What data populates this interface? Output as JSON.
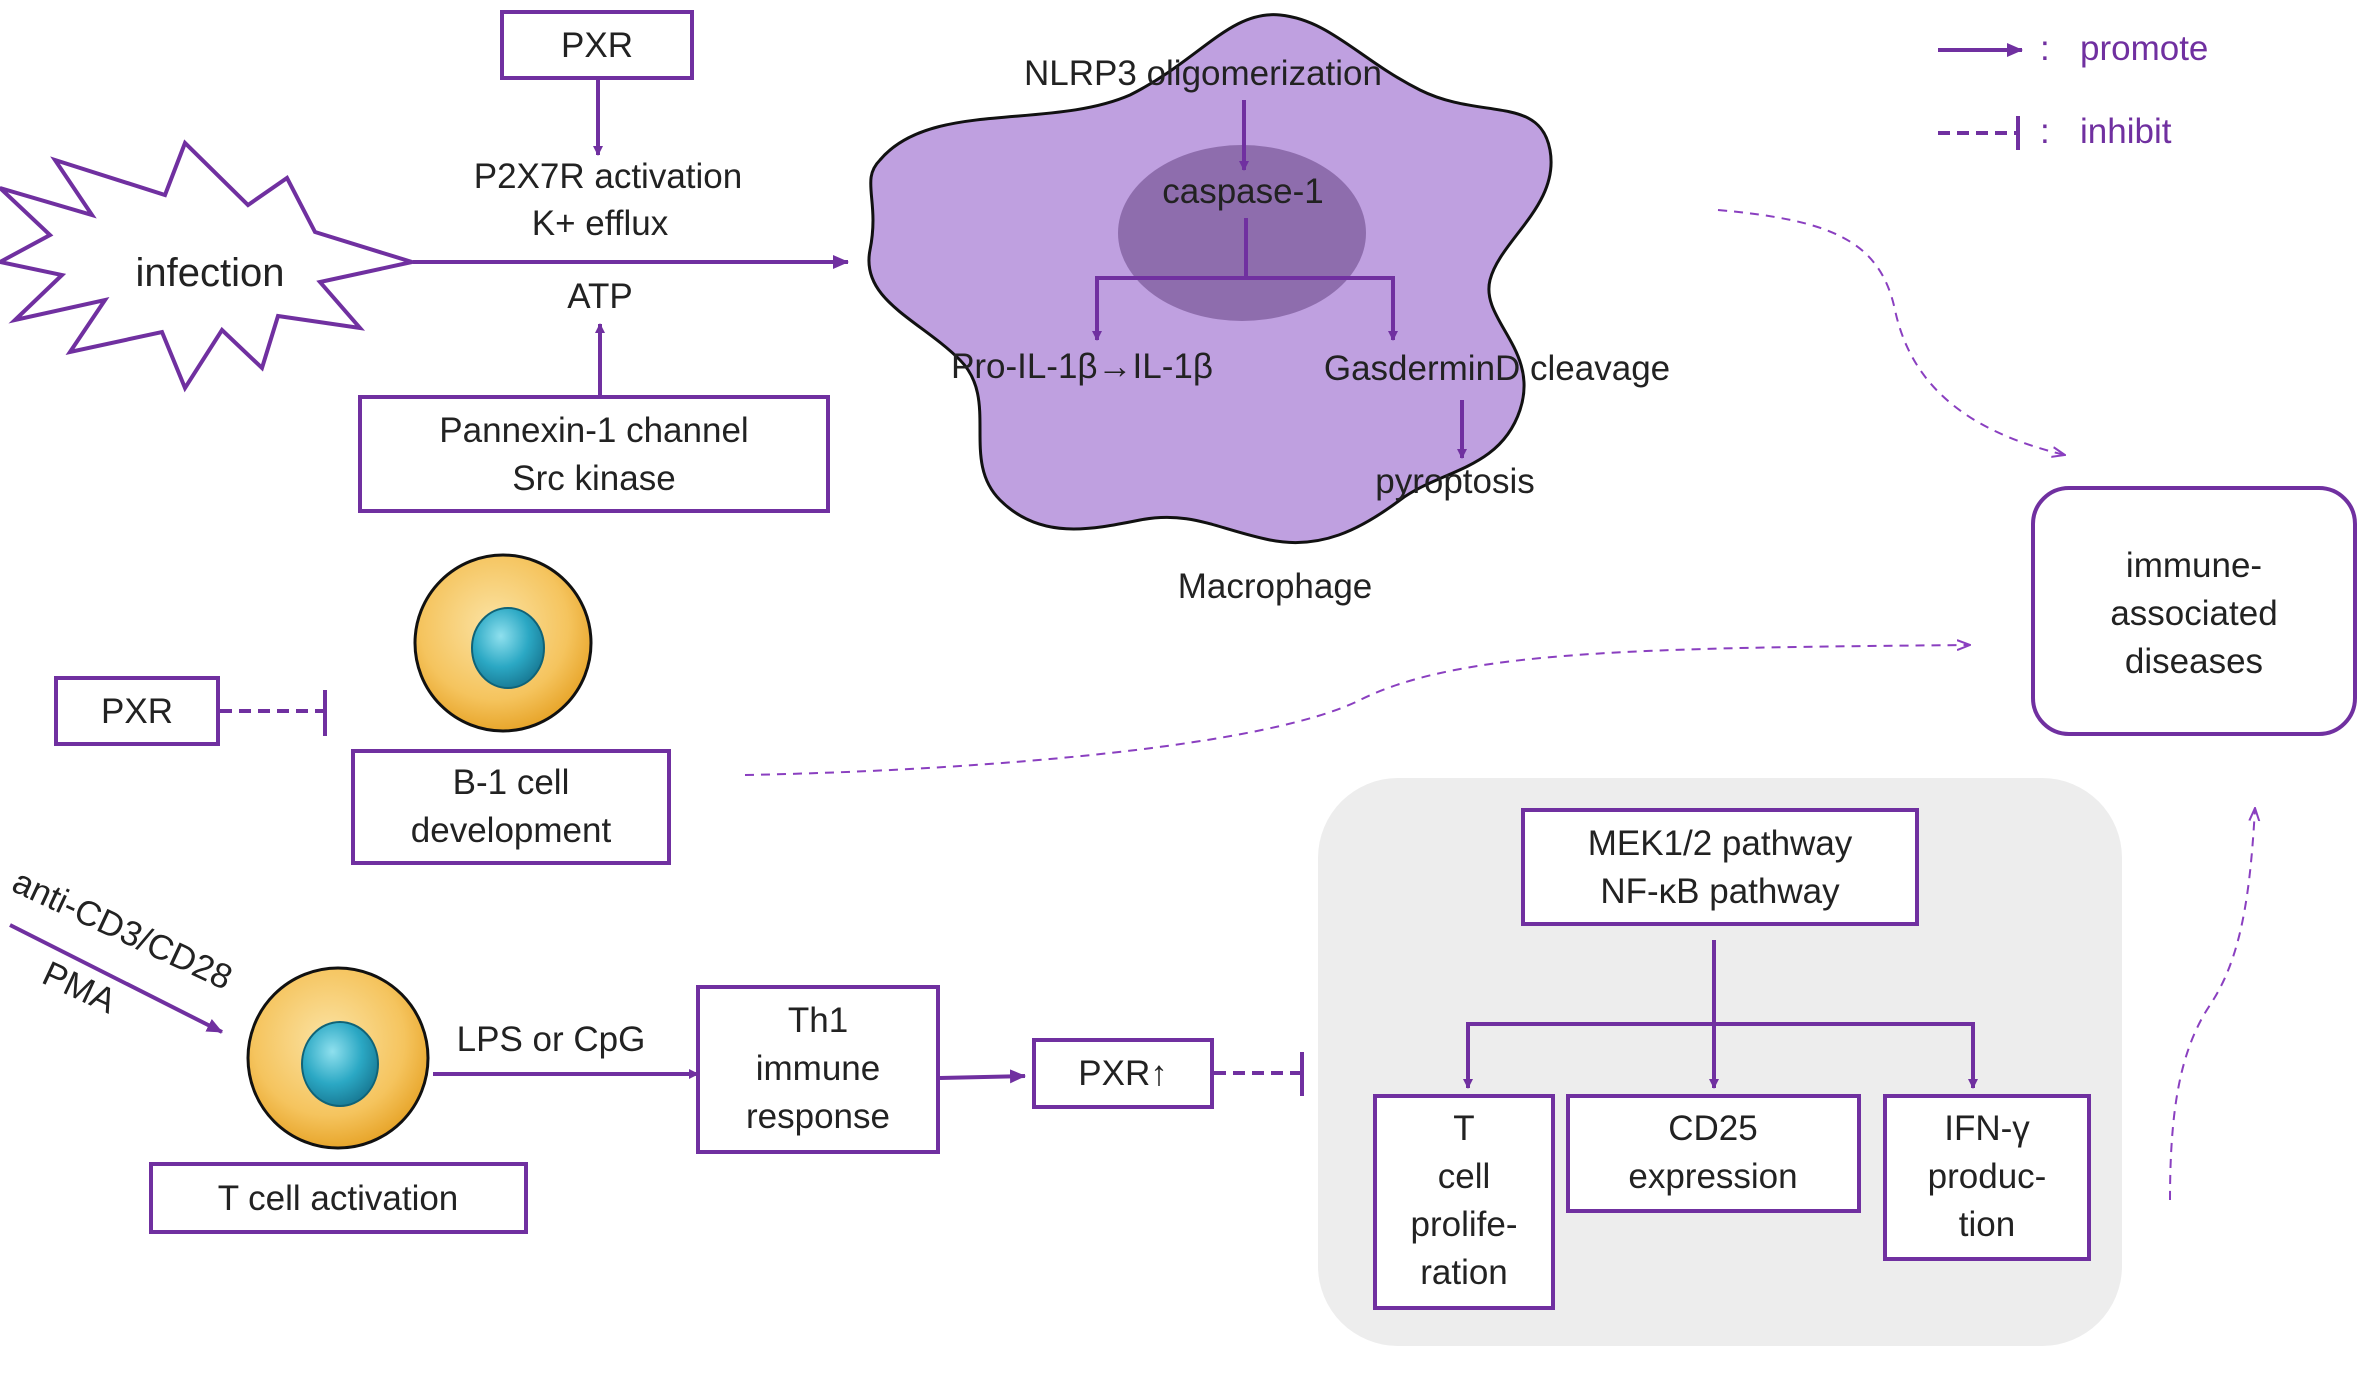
{
  "colors": {
    "accent": "#7030A0",
    "macrophage": "#BFA0E0",
    "panel": "#EDEDED",
    "cell_outer": "#F5B93C",
    "cell_nucleus": "#2BA8C4"
  },
  "legend": {
    "promote": "promote",
    "inhibit": "inhibit",
    "sep": ":"
  },
  "nodes": {
    "pxr_top": "PXR",
    "p2x7r": "P2X7R activation",
    "kefflux": "K+ efflux",
    "atp": "ATP",
    "pannexin": "Pannexin-1 channel",
    "src": "Src kinase",
    "infection": "infection",
    "nlrp3": "NLRP3 oligomerization",
    "caspase": "caspase-1",
    "il1b": "Pro-IL-1β→IL-1β",
    "gasdermin": "GasderminD cleavage",
    "pyroptosis": "pyroptosis",
    "macrophage": "Macrophage",
    "diseases": [
      "immune-",
      "associated",
      "diseases"
    ],
    "pxr_mid": "PXR",
    "b1": [
      "B-1 cell",
      "development"
    ],
    "anticd": "anti-CD3/CD28",
    "pma": "PMA",
    "lps": "LPS or CpG",
    "th1": [
      "Th1",
      "immune",
      "response"
    ],
    "pxr_up": "PXR↑",
    "tcell": "T cell activation",
    "mek": "MEK1/2 pathway",
    "nfkb": "NF-κB pathway",
    "tprolif": [
      "T",
      "cell",
      "prolife-",
      "ration"
    ],
    "cd25": [
      "CD25",
      "expression"
    ],
    "ifng": [
      "IFN-γ",
      "produc-",
      "tion"
    ]
  }
}
